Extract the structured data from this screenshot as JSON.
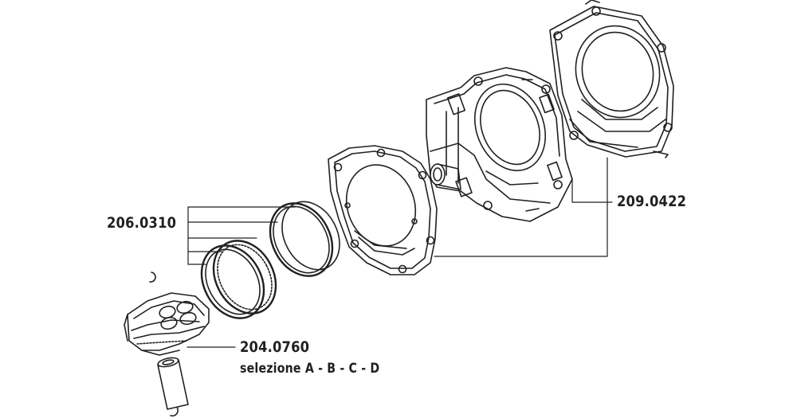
{
  "diagram": {
    "line_color": "#231f20",
    "labels": {
      "rings": "206.0310",
      "cylinder_kit": "209.0422",
      "piston": "204.0760",
      "piston_selection": "selezione A - B - C - D"
    }
  }
}
